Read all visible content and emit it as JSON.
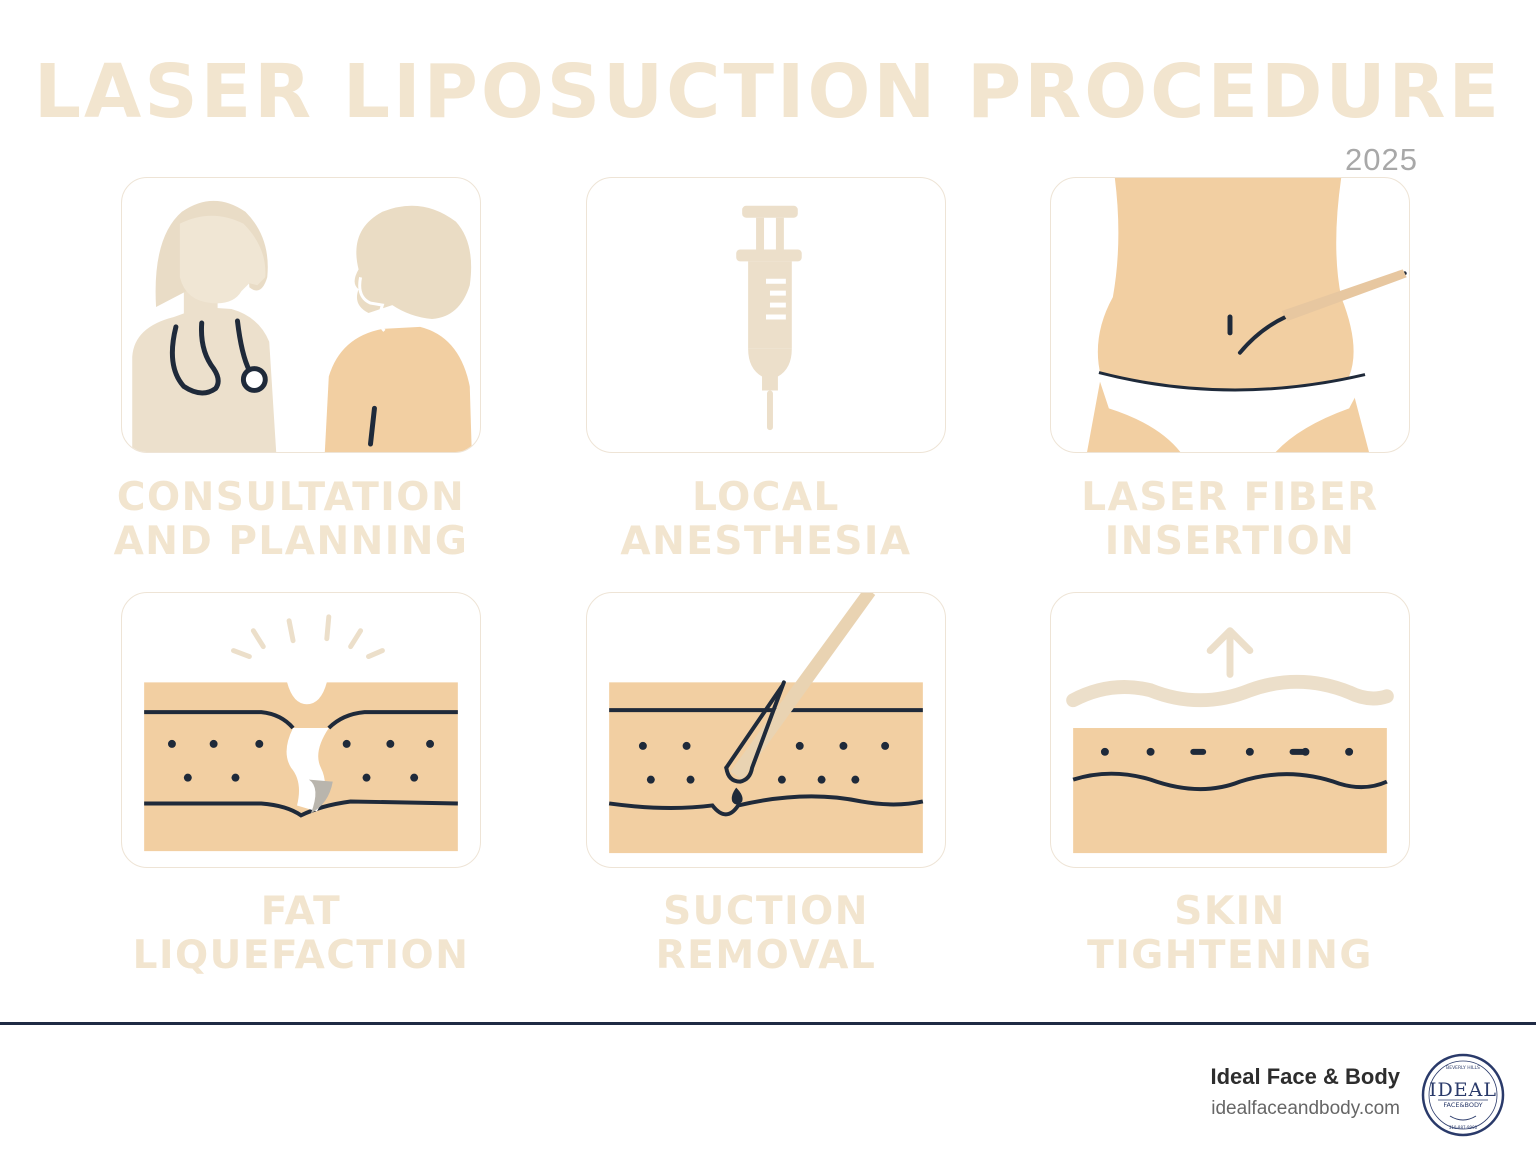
{
  "title": "LASER LIPOSUCTION PROCEDURE",
  "year": "2025",
  "steps": [
    {
      "line1": "CONSULTATION",
      "line2": "AND PLANNING",
      "icon": "consultation-icon"
    },
    {
      "line1": "LOCAL",
      "line2": "ANESTHESIA",
      "icon": "syringe-icon"
    },
    {
      "line1": "LASER FIBER",
      "line2": "INSERTION",
      "icon": "abdomen-fiber-icon"
    },
    {
      "line1": "FAT",
      "line2": "LIQUEFACTION",
      "icon": "fat-liquefaction-icon"
    },
    {
      "line1": "SUCTION",
      "line2": "REMOVAL",
      "icon": "cannula-suction-icon"
    },
    {
      "line1": "SKIN",
      "line2": "TIGHTENING",
      "icon": "skin-tightening-icon"
    }
  ],
  "footer": {
    "brand_name": "Ideal Face & Body",
    "url": "idealfaceandbody.com",
    "logo": {
      "top_text": "BEVERLY HILLS",
      "main_text": "IDEAL",
      "sub_text": "FACE&BODY",
      "phone_text": "310-887-9990"
    }
  },
  "colors": {
    "title": "#f2e5cf",
    "skin": "#f2cfa2",
    "beige": "#ecdfca",
    "outline": "#1f2a3a",
    "footer_rule": "#1f2a44"
  }
}
